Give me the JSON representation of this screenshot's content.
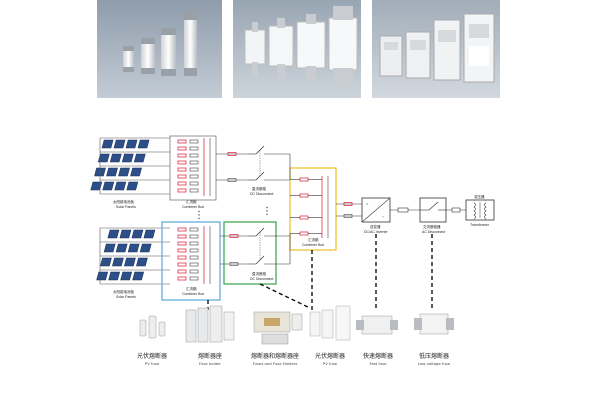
{
  "photos": [
    {
      "icon": "cylindrical-fuse-photo",
      "colors": {
        "bg": "#a7b3bf"
      }
    },
    {
      "icon": "nh-blade-fuse-photo",
      "colors": {
        "bg": "#b3bdc7"
      }
    },
    {
      "icon": "fuse-holder-photo",
      "colors": {
        "bg": "#b8c1cb"
      }
    }
  ],
  "diagram": {
    "solar_panels_label_zh": "太阳能电池板",
    "solar_panels_label_en": "Solar Panels",
    "combiner_box_zh": "汇流箱",
    "combiner_box_en": "Combiner Box",
    "dc_disconnect_zh": "直流断路",
    "dc_disconnect_en": "DC Disconnect",
    "main_combiner_zh": "汇流箱",
    "main_combiner_en": "Combiner Box",
    "inverter_zh": "逆变器",
    "inverter_en": "DC/AC Inverter",
    "ac_disconnect_zh": "交流断路器",
    "ac_disconnect_en": "AC Disconnect",
    "transformer_zh": "变压器",
    "transformer_en": "Transformer",
    "ellipsis": "⋮"
  },
  "products": [
    {
      "zh": "光伏熔断器",
      "en": "PV fuse"
    },
    {
      "zh": "熔断器座",
      "en": "Fuse holder"
    },
    {
      "zh": "熔断器和熔断器座",
      "en": "Fuses and Fuse Holders"
    },
    {
      "zh": "光伏熔断器",
      "en": "PV fuse"
    },
    {
      "zh": "快速熔断器",
      "en": "Fast fuse"
    },
    {
      "zh": "低压熔断器",
      "en": "Low voltage fuse"
    }
  ],
  "colors": {
    "combiner_box": "#58a8d8",
    "dc_disconnect": "#3aa048",
    "main_combiner": "#e8c020",
    "fuse_red": "#e0304a",
    "wire": "#333333",
    "panel_blue": "#2c4f8a"
  }
}
